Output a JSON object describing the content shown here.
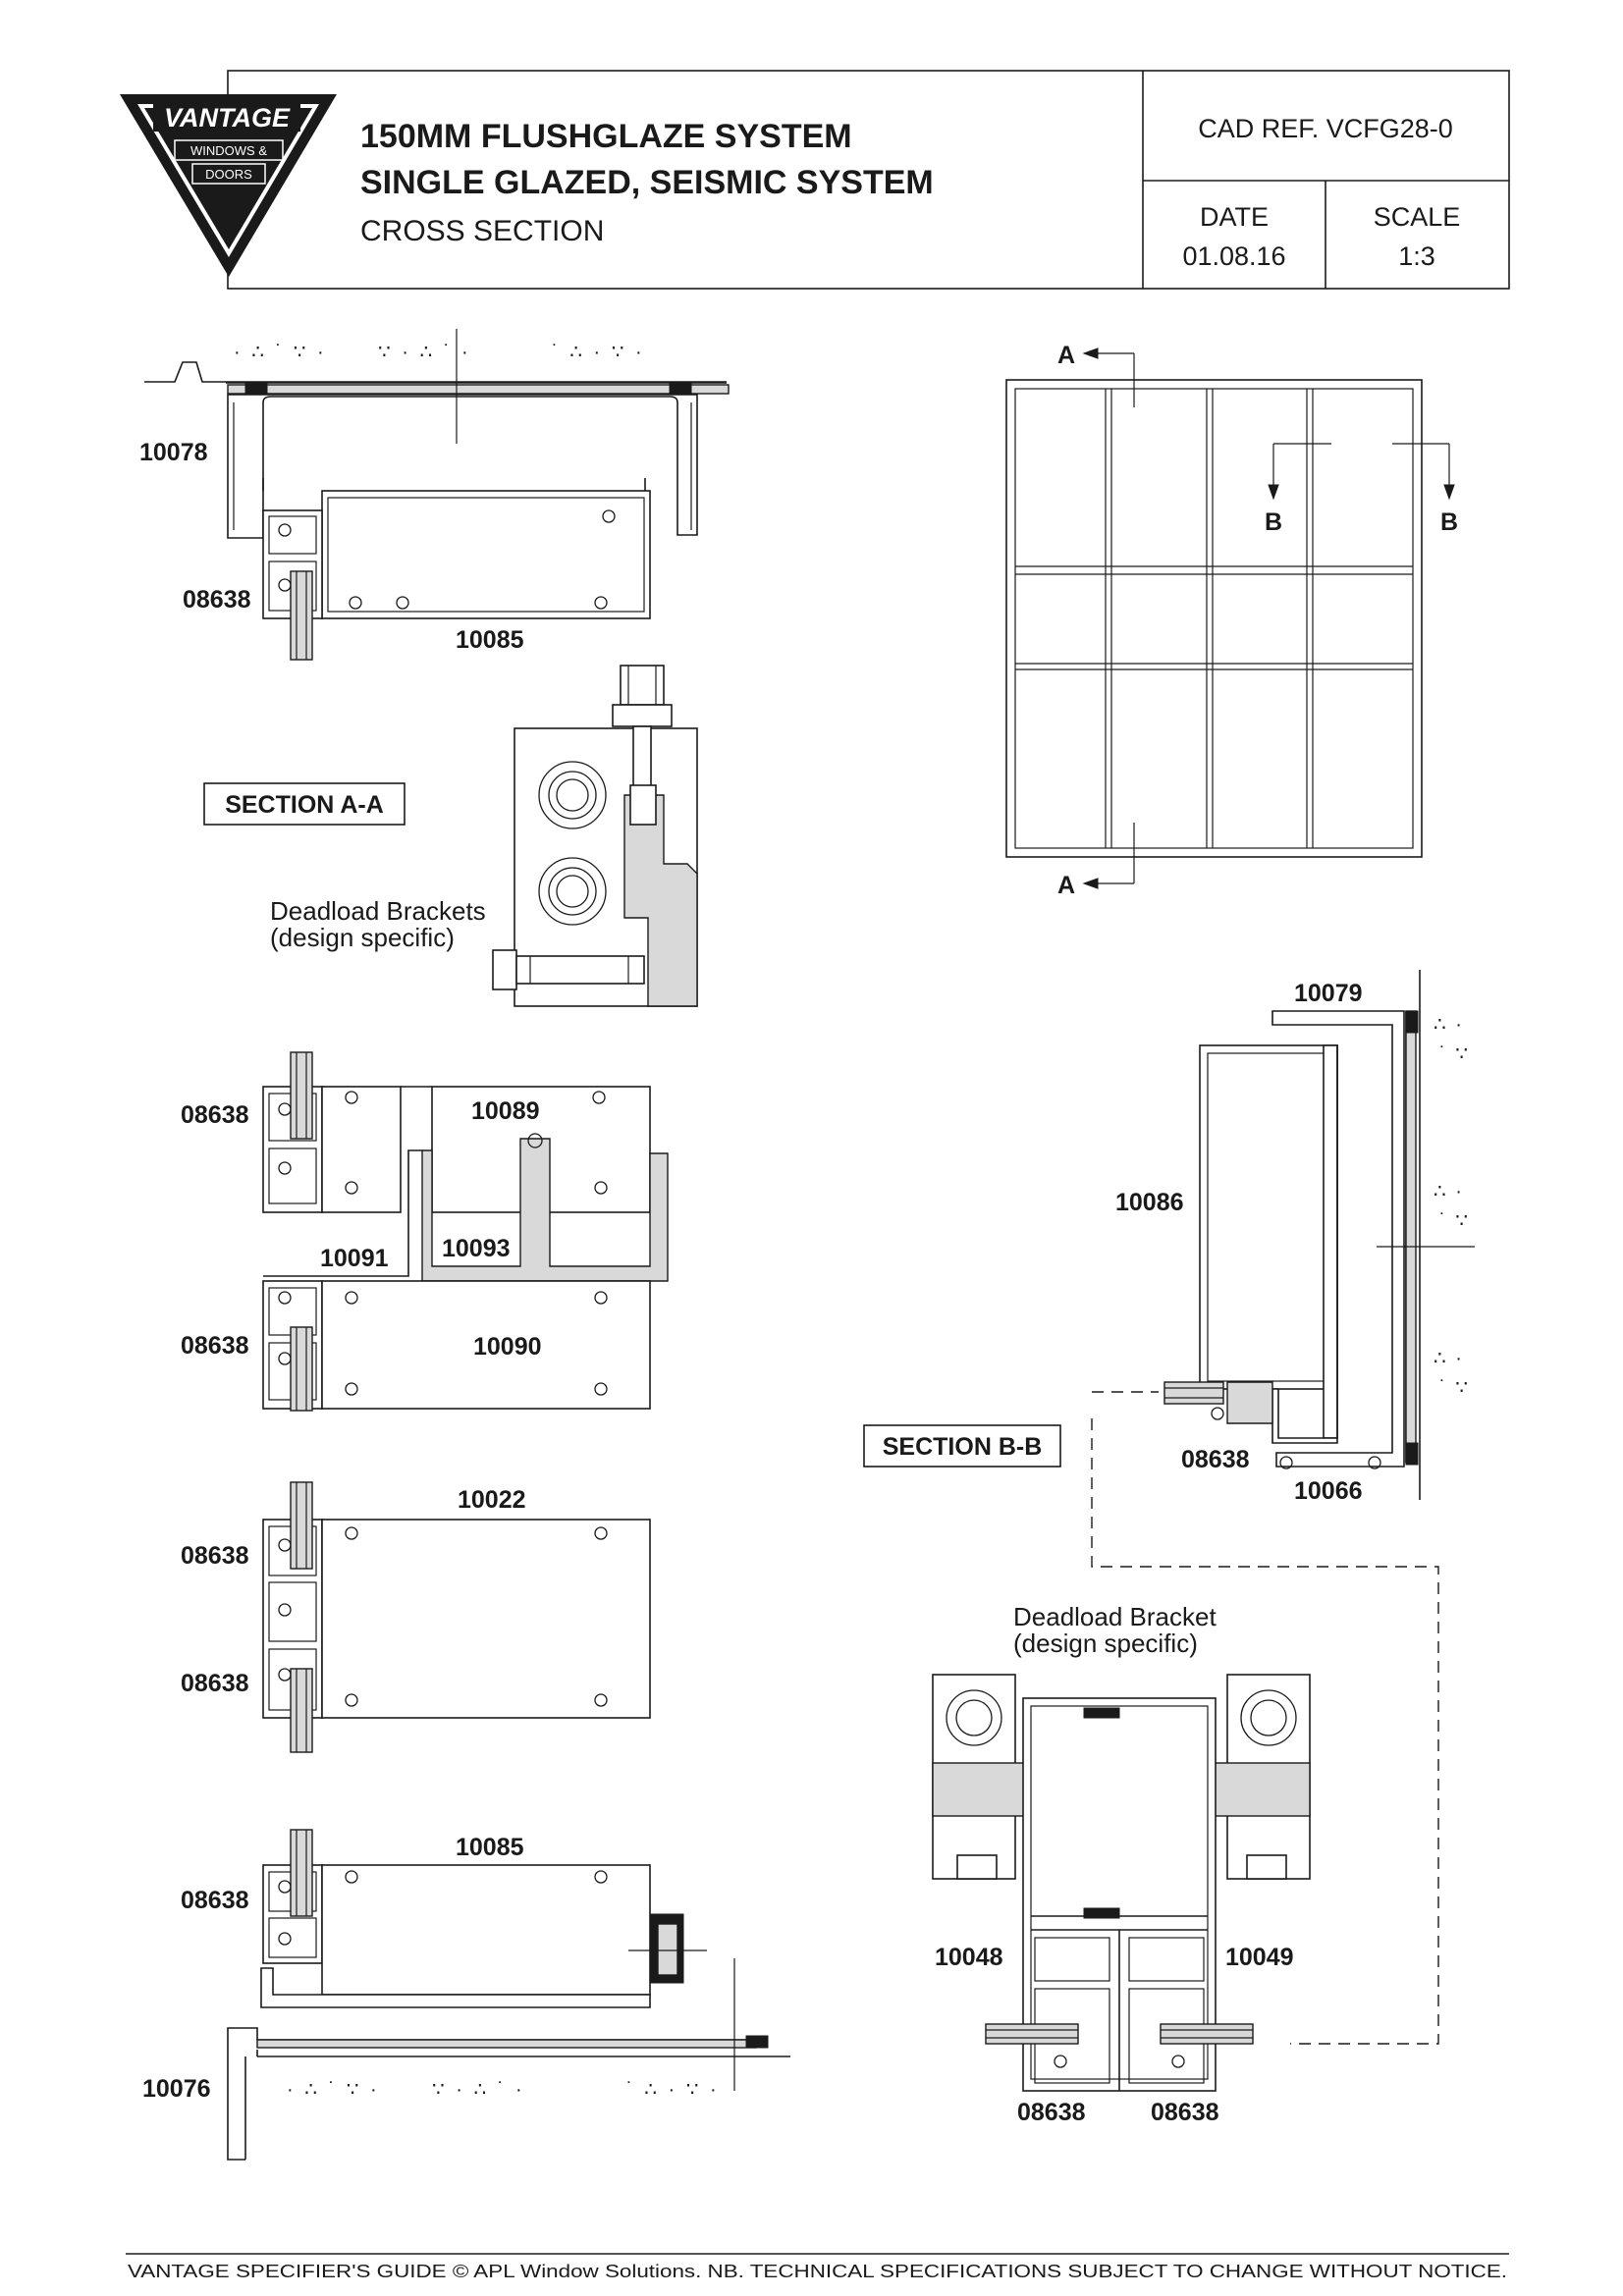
{
  "title_block": {
    "brand": "VANTAGE",
    "brand_sub1": "WINDOWS &",
    "brand_sub2": "DOORS",
    "title_line1": "150MM FLUSHGLAZE SYSTEM",
    "title_line2": "SINGLE GLAZED, SEISMIC SYSTEM",
    "title_line3": "CROSS SECTION",
    "cad_ref": "CAD REF.  VCFG28-0",
    "date_label": "DATE",
    "date_value": "01.08.16",
    "scale_label": "SCALE",
    "scale_value": "1:3"
  },
  "section_labels": {
    "section_aa": "SECTION A-A",
    "section_bb": "SECTION B-B"
  },
  "notes": {
    "brackets_line1": "Deadload Brackets",
    "brackets_line2": "(design specific)",
    "bracket_line1": "Deadload Bracket",
    "bracket_line2": "(design specific)"
  },
  "elevation_markers": {
    "a_top": "A",
    "a_bottom": "A",
    "b_left": "B",
    "b_right": "B"
  },
  "part_numbers": {
    "p10078": "10078",
    "p08638_head": "08638",
    "p10085_head": "10085",
    "p08638_mid1": "08638",
    "p10089": "10089",
    "p10091": "10091",
    "p10093": "10093",
    "p08638_mid2": "08638",
    "p10090": "10090",
    "p10022": "10022",
    "p08638_t1": "08638",
    "p08638_t2": "08638",
    "p10085_sill": "10085",
    "p08638_sill": "08638",
    "p10076": "10076",
    "p10079": "10079",
    "p10086": "10086",
    "p08638_jamb": "08638",
    "p10066": "10066",
    "p10048": "10048",
    "p10049": "10049",
    "p08638_bl": "08638",
    "p08638_br": "08638"
  },
  "footer": {
    "text": "VANTAGE SPECIFIER'S GUIDE  © APL Window Solutions. NB. TECHNICAL SPECIFICATIONS SUBJECT TO CHANGE WITHOUT NOTICE."
  }
}
